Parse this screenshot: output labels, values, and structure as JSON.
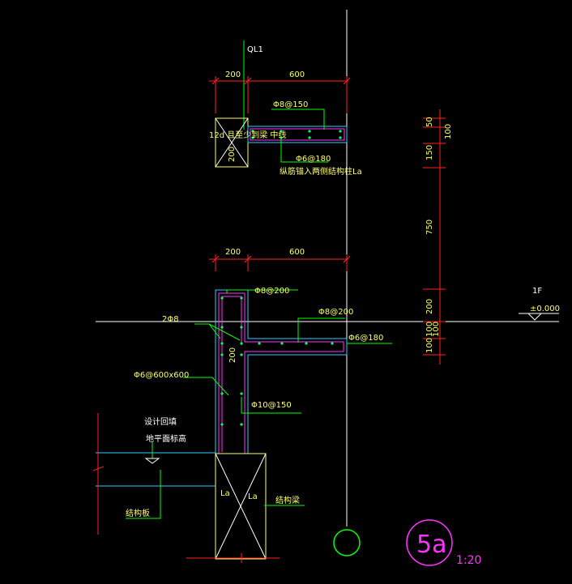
{
  "drawing": {
    "grid_label": "QL1",
    "upper_section": {
      "dim_left": "200",
      "dim_right": "600",
      "rebar_top": "Φ8@150",
      "rebar_bottom": "Φ6@180",
      "note_left": "12d 且至少到梁 中线",
      "note_bottom": "纵筋锚入两侧结构柱La",
      "section_size": "200"
    },
    "lower_section": {
      "dim_left": "200",
      "dim_right": "600",
      "rebar_wall_top": "Φ8@200",
      "rebar_slab_top": "Φ8@200",
      "rebar_slab_bottom": "Φ6@180",
      "corner_bars": "2Φ8",
      "tie": "Φ6@600x600",
      "rebar_wall_vert": "Φ10@150",
      "wall_thickness": "200",
      "note_ground": "设计回填",
      "note_ground2": "地平面标高",
      "note_struct": "结构板",
      "note_struct2": "结构梁",
      "anchor_left": "La",
      "anchor_right": "La"
    },
    "vertical_dims": [
      "50",
      "100",
      "150",
      "750",
      "200",
      "100",
      "100",
      "100"
    ],
    "level": {
      "floor": "1F",
      "elevation": "±0.000"
    },
    "detail": {
      "id": "5a",
      "scale": "1:20"
    }
  }
}
